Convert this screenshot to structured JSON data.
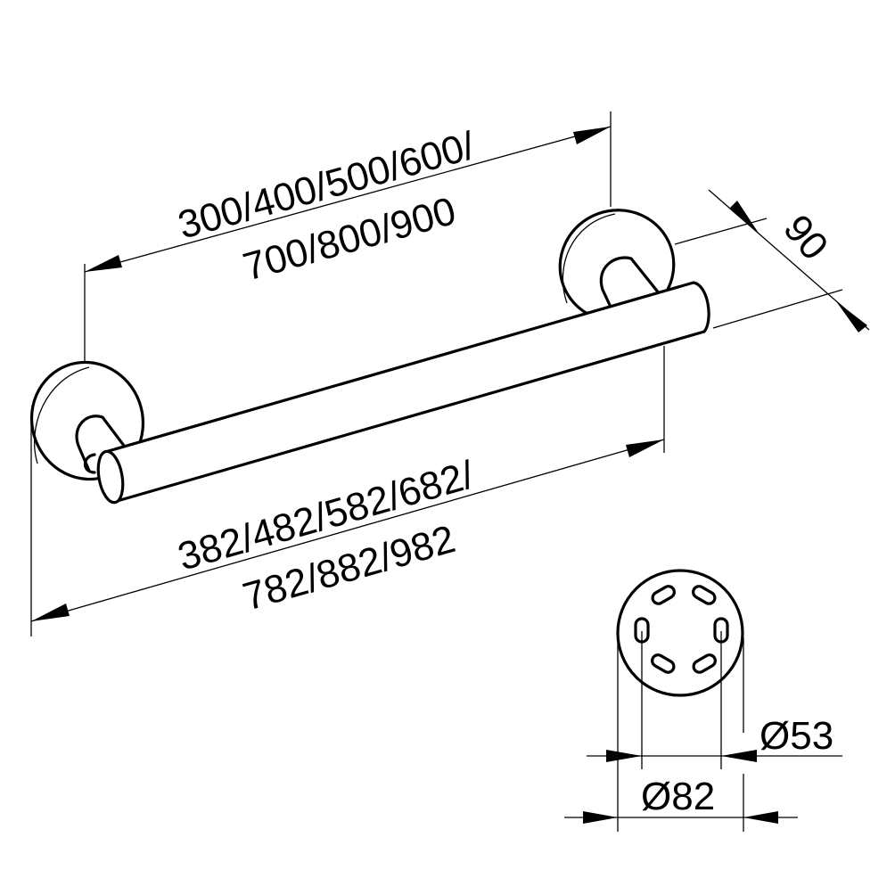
{
  "drawing": {
    "overall_length_line1": "300/400/500/600/",
    "overall_length_line2": "700/800/900",
    "total_length_line1": "382/482/582/682/",
    "total_length_line2": "782/882/982",
    "projection": "90",
    "inner_diameter": "Ø53",
    "outer_diameter": "Ø82"
  }
}
